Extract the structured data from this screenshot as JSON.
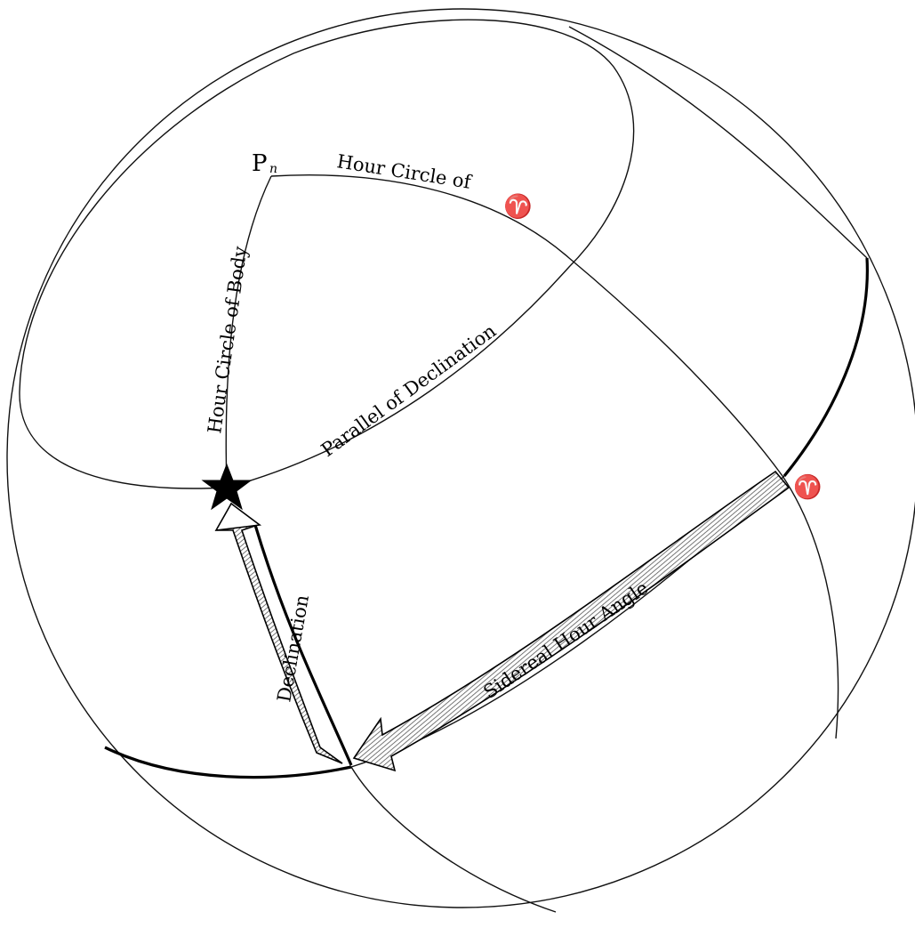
{
  "labels": {
    "north_pole": "P",
    "north_pole_sub": "n",
    "hour_circle_aries": "Hour Circle of",
    "hour_circle_body": "Hour Circle of Body",
    "parallel_of_declination": "Parallel of Declination",
    "declination": "Declination",
    "sidereal_hour_angle": "Sidereal Hour Angle",
    "aries_symbol": "♈"
  },
  "colors": {
    "ink": "#000000",
    "background": "#ffffff",
    "hatch": "#9a9a9a"
  }
}
